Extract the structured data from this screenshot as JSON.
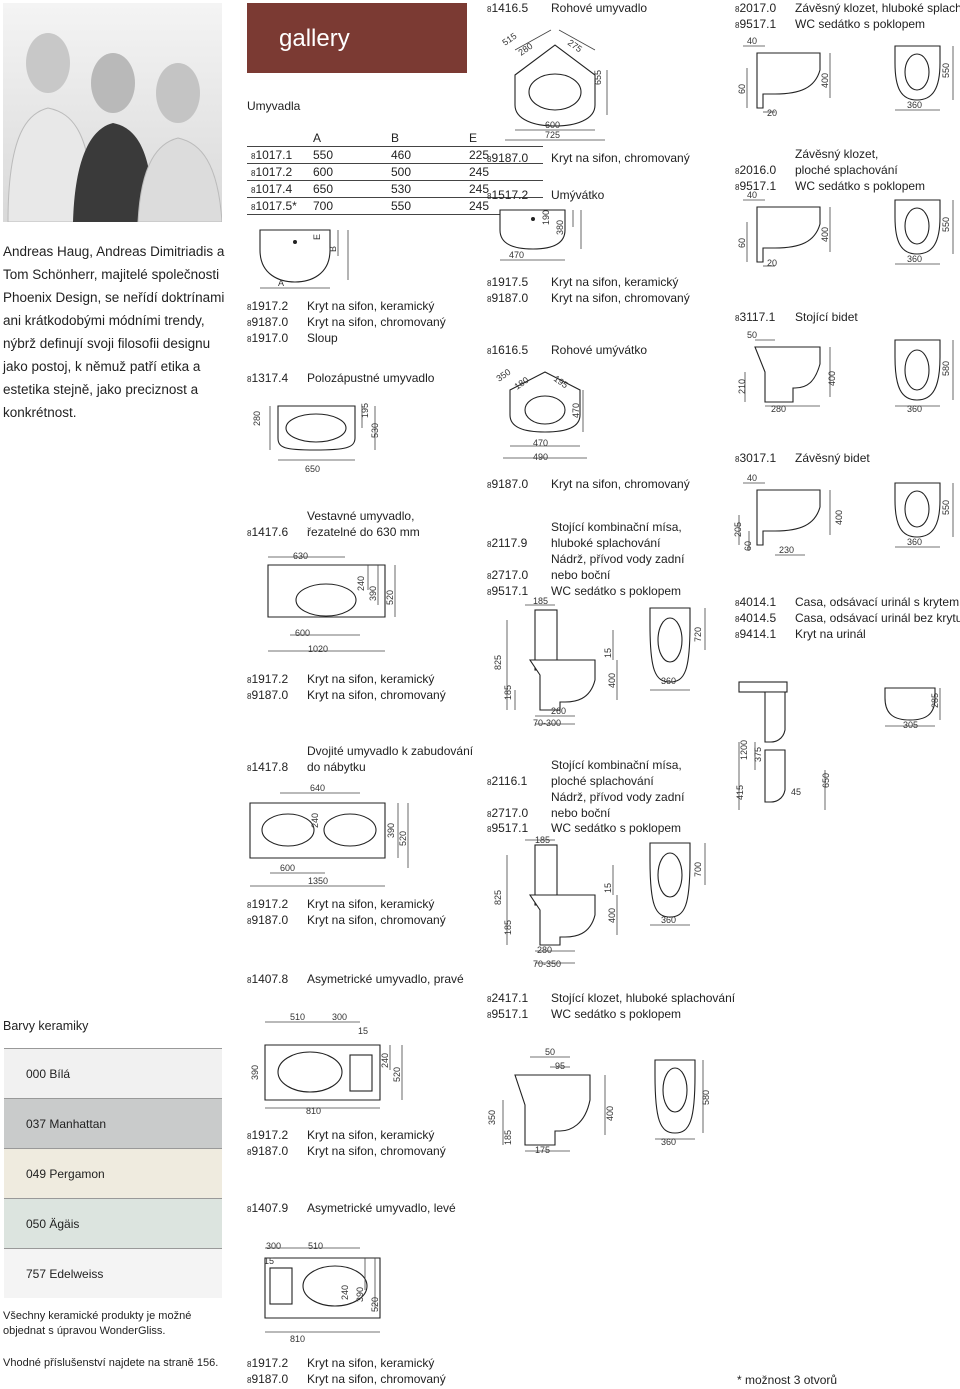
{
  "gallery_title": "gallery",
  "intro_text": "Andreas Haug, Andreas Dimitriadis a Tom Schönherr, majitelé společnosti Phoenix Design, se neřídí doktrínami ani krátkodobými módními trendy, nýbrž definují svoji filosofii designu jako postoj, k němuž patří etika a estetika stejně, jako preciznost a konkrétnost.",
  "section_washbasins": "Umyvadla",
  "dims_table": {
    "headers": [
      "",
      "A",
      "B",
      "E"
    ],
    "rows": [
      [
        "1017.1",
        "550",
        "460",
        "225"
      ],
      [
        "1017.2",
        "600",
        "500",
        "245"
      ],
      [
        "1017.4",
        "650",
        "530",
        "245"
      ],
      [
        "1017.5*",
        "700",
        "550",
        "245"
      ]
    ]
  },
  "code_prefix": "8",
  "col2": [
    {
      "code": "1917.2",
      "desc": "Kryt na sifon, keramický"
    },
    {
      "code": "9187.0",
      "desc": "Kryt na sifon, chromovaný"
    },
    {
      "code": "1917.0",
      "desc": "Sloup"
    },
    {
      "code": "1317.4",
      "desc": "Polozápustné umyvadlo"
    },
    {
      "code": "1417.6",
      "desc": "Vestavné umyvadlo,",
      "desc2": "řezatelné do 630 mm"
    },
    {
      "code": "1917.2",
      "desc": "Kryt na sifon, keramický"
    },
    {
      "code": "9187.0",
      "desc": "Kryt na sifon, chromovaný"
    },
    {
      "code": "1417.8",
      "desc": "Dvojité umyvadlo k zabudování",
      "desc2": "do nábytku"
    },
    {
      "code": "1917.2",
      "desc": "Kryt na sifon, keramický"
    },
    {
      "code": "9187.0",
      "desc": "Kryt na sifon, chromovaný"
    },
    {
      "code": "1407.8",
      "desc": "Asymetrické umyvadlo, pravé"
    },
    {
      "code": "1917.2",
      "desc": "Kryt na sifon, keramický"
    },
    {
      "code": "9187.0",
      "desc": "Kryt na sifon, chromovaný"
    },
    {
      "code": "1407.9",
      "desc": "Asymetrické umyvadlo, levé"
    },
    {
      "code": "1917.2",
      "desc": "Kryt na sifon, keramický"
    },
    {
      "code": "9187.0",
      "desc": "Kryt na sifon, chromovaný"
    }
  ],
  "col3": [
    {
      "code": "1416.5",
      "desc": "Rohové umyvadlo"
    },
    {
      "code": "9187.0",
      "desc": "Kryt na sifon, chromovaný"
    },
    {
      "code": "1517.2",
      "desc": "Umývátko"
    },
    {
      "code": "1917.5",
      "desc": "Kryt na sifon, keramický"
    },
    {
      "code": "9187.0",
      "desc": "Kryt na sifon, chromovaný"
    },
    {
      "code": "1616.5",
      "desc": "Rohové umývátko"
    },
    {
      "code": "9187.0",
      "desc": "Kryt na sifon, chromovaný"
    },
    {
      "code": "2117.9",
      "desc": "Stojící kombinační mísa,",
      "desc2": "hluboké splachování"
    },
    {
      "code": "2717.0",
      "desc": "Nádrž, přívod vody zadní",
      "desc2": "nebo boční"
    },
    {
      "code": "9517.1",
      "desc": "WC sedátko s poklopem"
    },
    {
      "code": "2116.1",
      "desc": "Stojící kombinační mísa,",
      "desc2": "ploché splachování"
    },
    {
      "code": "2717.0",
      "desc": "Nádrž, přívod vody zadní",
      "desc2": "nebo boční"
    },
    {
      "code": "9517.1",
      "desc": "WC sedátko s poklopem"
    },
    {
      "code": "2417.1",
      "desc": "Stojící klozet, hluboké splachování"
    },
    {
      "code": "9517.1",
      "desc": "WC sedátko s poklopem"
    }
  ],
  "col4": [
    {
      "code": "2017.0",
      "desc": "Závěsný klozet, hluboké splachování"
    },
    {
      "code": "9517.1",
      "desc": "WC sedátko s poklopem"
    },
    {
      "code": "2016.0",
      "desc": "Závěsný klozet,",
      "desc2": "ploché splachování"
    },
    {
      "code": "9517.1",
      "desc": "WC sedátko s poklopem"
    },
    {
      "code": "3117.1",
      "desc": "Stojící bidet"
    },
    {
      "code": "3017.1",
      "desc": "Závěsný bidet"
    },
    {
      "code": "4014.1",
      "desc": "Casa, odsávací urinál s krytem"
    },
    {
      "code": "4014.5",
      "desc": "Casa, odsávací urinál bez krytu"
    },
    {
      "code": "9414.1",
      "desc": "Kryt na urinál"
    }
  ],
  "colors_title": "Barvy keramiky",
  "colors": [
    {
      "label": "000 Bílá",
      "hex": "#f1f1f1"
    },
    {
      "label": "037 Manhattan",
      "hex": "#c9cbcb"
    },
    {
      "label": "049 Pergamon",
      "hex": "#efebdf"
    },
    {
      "label": "050 Ägäis",
      "hex": "#dce4df"
    },
    {
      "label": "757 Edelweiss",
      "hex": "#f4f4f4"
    }
  ],
  "wondergliss_note": "Všechny keramické produkty je možné objednat s úpravou WonderGliss.",
  "accessories_note": "Vhodné příslušenství najdete na straně 156.",
  "footnote": "* možnost 3 otvorů",
  "drawing_labels": {
    "wb1": [
      "A",
      "E",
      "B"
    ],
    "wb1317": [
      "280",
      "195",
      "530",
      "650"
    ],
    "wb14176": [
      "630",
      "240",
      "390",
      "520",
      "600",
      "1020"
    ],
    "wb14178": [
      "640",
      "240",
      "390",
      "520",
      "600",
      "1350"
    ],
    "wb14078": [
      "510",
      "300",
      "15",
      "390",
      "240",
      "520",
      "810"
    ],
    "wb14079": [
      "300",
      "510",
      "15",
      "240",
      "390",
      "520",
      "810"
    ],
    "corner14165": [
      "515",
      "280",
      "275",
      "655",
      "600",
      "725"
    ],
    "small15172": [
      "190",
      "380",
      "470"
    ],
    "corner16165": [
      "350",
      "180",
      "195",
      "470",
      "470",
      "490"
    ],
    "wc21179": [
      "185",
      "720",
      "15",
      "825",
      "400",
      "360",
      "185",
      "260",
      "70-300"
    ],
    "wc21161": [
      "185",
      "700",
      "15",
      "825",
      "400",
      "360",
      "185",
      "280",
      "70-350"
    ],
    "wc24171": [
      "50",
      "95",
      "580",
      "400",
      "350",
      "185",
      "175",
      "360"
    ],
    "wc20170": [
      "40",
      "550",
      "60",
      "400",
      "20",
      "360"
    ],
    "wc20160": [
      "40",
      "550",
      "60",
      "400",
      "20",
      "360"
    ],
    "bidet31171": [
      "50",
      "210",
      "400",
      "580",
      "280",
      "360"
    ],
    "bidet30171": [
      "40",
      "550",
      "205",
      "60",
      "400",
      "230",
      "360"
    ],
    "urinal": [
      "285",
      "305",
      "1200",
      "375",
      "415",
      "45",
      "650"
    ]
  }
}
